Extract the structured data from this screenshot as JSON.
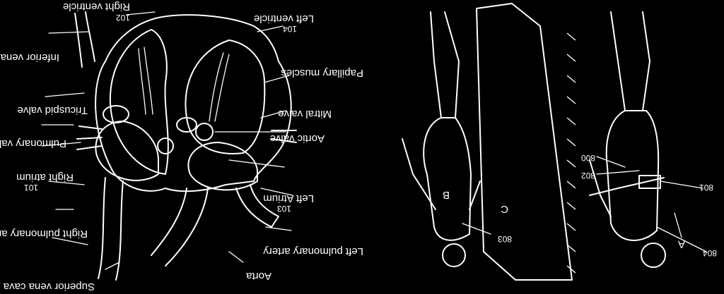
{
  "heart": {
    "labels": {
      "right_ventricle": "Right ventricle",
      "right_ventricle_num": "102",
      "left_ventricle": "Left ventricle",
      "left_ventricle_num": "104",
      "inferior_vena_cava": "Inferior vena cava",
      "papillary_muscles": "Papillary muscles",
      "tricuspid_valve": "Tricuspid valve",
      "mitral_valve": "Mitral valve",
      "pulmonary_valve": "Pulmonary valve",
      "aortic_valve": "Aortic valve",
      "right_atrium": "Right atrium",
      "right_atrium_num": "101",
      "left_atrium": "Left Atrium",
      "left_atrium_num": "103",
      "right_pulmonary_artery": "Right pulmonary artery",
      "left_pulmonary_artery": "Left pulmonary artery",
      "aorta": "Aorta",
      "superior_vena_cava": "Superior vena cava"
    }
  },
  "patient_figure": {
    "labels": {
      "b": "B",
      "c": "C",
      "ref_803": "803"
    }
  },
  "operator_figure": {
    "labels": {
      "ref_800": "800",
      "ref_802": "802",
      "ref_801": "801",
      "ref_804": "804",
      "a": "A"
    }
  },
  "colors": {
    "background": "#000000",
    "ink": "#ffffff"
  }
}
